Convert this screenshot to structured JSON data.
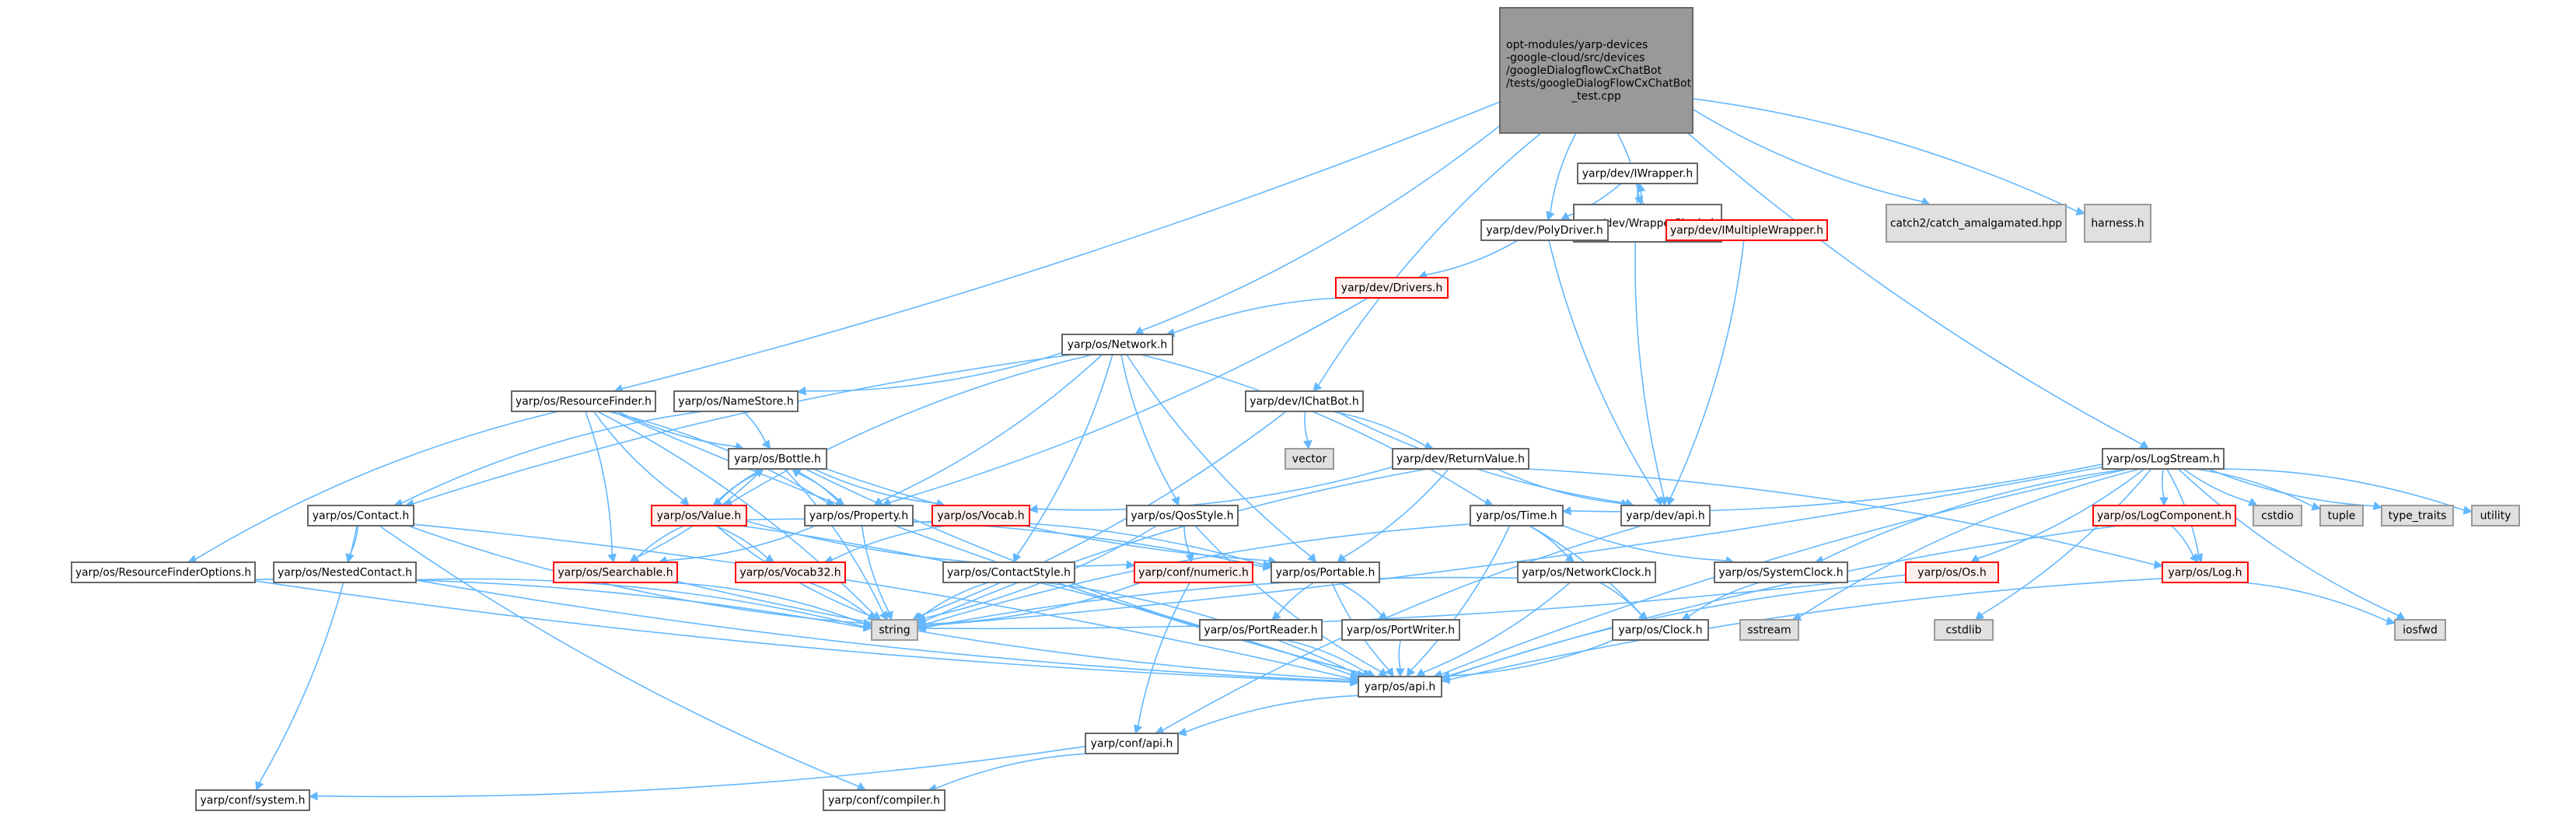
{
  "graph": {
    "title": "Include dependency graph",
    "styles": {
      "root": {
        "fill": "#999999",
        "stroke": "#666666"
      },
      "normal": {
        "fill": "#ffffff",
        "stroke": "#666666"
      },
      "red": {
        "fill": "#fff0f0",
        "stroke": "#ff0000"
      },
      "system": {
        "fill": "#e0e0e0",
        "stroke": "#999999"
      },
      "edge": "#63b8ff"
    },
    "nodes": [
      {
        "id": "root",
        "style": "root",
        "lines": [
          "opt-modules/yarp-devices",
          "-google-cloud/src/devices",
          "/googleDialogflowCxChatBot",
          "/tests/googleDialogFlowCxChatBot",
          "_test.cpp"
        ]
      },
      {
        "id": "wrappersingle",
        "style": "normal",
        "lines": [
          "yarp/dev/WrapperSingle.h"
        ]
      },
      {
        "id": "catch2",
        "style": "system",
        "lines": [
          "catch2/catch_amalgamated.hpp"
        ]
      },
      {
        "id": "harness",
        "style": "system",
        "lines": [
          "harness.h"
        ]
      },
      {
        "id": "iwrapper",
        "style": "normal",
        "lines": [
          "yarp/dev/IWrapper.h"
        ]
      },
      {
        "id": "polydriver",
        "style": "normal",
        "lines": [
          "yarp/dev/PolyDriver.h"
        ]
      },
      {
        "id": "imultiplewrapper",
        "style": "red",
        "lines": [
          "yarp/dev/IMultipleWrapper.h"
        ]
      },
      {
        "id": "drivers",
        "style": "red",
        "lines": [
          "yarp/dev/Drivers.h"
        ]
      },
      {
        "id": "network",
        "style": "normal",
        "lines": [
          "yarp/os/Network.h"
        ]
      },
      {
        "id": "ichatbot",
        "style": "normal",
        "lines": [
          "yarp/dev/IChatBot.h"
        ]
      },
      {
        "id": "resourcefinder",
        "style": "normal",
        "lines": [
          "yarp/os/ResourceFinder.h"
        ]
      },
      {
        "id": "namestore",
        "style": "normal",
        "lines": [
          "yarp/os/NameStore.h"
        ]
      },
      {
        "id": "vector",
        "style": "system",
        "lines": [
          "vector"
        ]
      },
      {
        "id": "returnvalue",
        "style": "normal",
        "lines": [
          "yarp/dev/ReturnValue.h"
        ]
      },
      {
        "id": "bottle",
        "style": "normal",
        "lines": [
          "yarp/os/Bottle.h"
        ]
      },
      {
        "id": "logstream",
        "style": "normal",
        "lines": [
          "yarp/os/LogStream.h"
        ]
      },
      {
        "id": "contact",
        "style": "normal",
        "lines": [
          "yarp/os/Contact.h"
        ]
      },
      {
        "id": "value",
        "style": "red",
        "lines": [
          "yarp/os/Value.h"
        ]
      },
      {
        "id": "property",
        "style": "normal",
        "lines": [
          "yarp/os/Property.h"
        ]
      },
      {
        "id": "vocab",
        "style": "red",
        "lines": [
          "yarp/os/Vocab.h"
        ]
      },
      {
        "id": "qosstyle",
        "style": "normal",
        "lines": [
          "yarp/os/QosStyle.h"
        ]
      },
      {
        "id": "time",
        "style": "normal",
        "lines": [
          "yarp/os/Time.h"
        ]
      },
      {
        "id": "devapi",
        "style": "normal",
        "lines": [
          "yarp/dev/api.h"
        ]
      },
      {
        "id": "logcomponent",
        "style": "red",
        "lines": [
          "yarp/os/LogComponent.h"
        ]
      },
      {
        "id": "cstdio",
        "style": "system",
        "lines": [
          "cstdio"
        ]
      },
      {
        "id": "tuple",
        "style": "system",
        "lines": [
          "tuple"
        ]
      },
      {
        "id": "type_traits",
        "style": "system",
        "lines": [
          "type_traits"
        ]
      },
      {
        "id": "utility",
        "style": "system",
        "lines": [
          "utility"
        ]
      },
      {
        "id": "rfoptions",
        "style": "normal",
        "lines": [
          "yarp/os/ResourceFinderOptions.h"
        ]
      },
      {
        "id": "nestedcontact",
        "style": "normal",
        "lines": [
          "yarp/os/NestedContact.h"
        ]
      },
      {
        "id": "searchable",
        "style": "red",
        "lines": [
          "yarp/os/Searchable.h"
        ]
      },
      {
        "id": "vocab32",
        "style": "red",
        "lines": [
          "yarp/os/Vocab32.h"
        ]
      },
      {
        "id": "contactstyle",
        "style": "normal",
        "lines": [
          "yarp/os/ContactStyle.h"
        ]
      },
      {
        "id": "numeric",
        "style": "red",
        "lines": [
          "yarp/conf/numeric.h"
        ]
      },
      {
        "id": "portable",
        "style": "normal",
        "lines": [
          "yarp/os/Portable.h"
        ]
      },
      {
        "id": "networkclock",
        "style": "normal",
        "lines": [
          "yarp/os/NetworkClock.h"
        ]
      },
      {
        "id": "systemclock",
        "style": "normal",
        "lines": [
          "yarp/os/SystemClock.h"
        ]
      },
      {
        "id": "os",
        "style": "red",
        "lines": [
          "yarp/os/Os.h"
        ]
      },
      {
        "id": "log",
        "style": "red",
        "lines": [
          "yarp/os/Log.h"
        ]
      },
      {
        "id": "string",
        "style": "system",
        "lines": [
          "string"
        ]
      },
      {
        "id": "portreader",
        "style": "normal",
        "lines": [
          "yarp/os/PortReader.h"
        ]
      },
      {
        "id": "portwriter",
        "style": "normal",
        "lines": [
          "yarp/os/PortWriter.h"
        ]
      },
      {
        "id": "clock",
        "style": "normal",
        "lines": [
          "yarp/os/Clock.h"
        ]
      },
      {
        "id": "sstream",
        "style": "system",
        "lines": [
          "sstream"
        ]
      },
      {
        "id": "cstdlib",
        "style": "system",
        "lines": [
          "cstdlib"
        ]
      },
      {
        "id": "iosfwd",
        "style": "system",
        "lines": [
          "iosfwd"
        ]
      },
      {
        "id": "osapi",
        "style": "normal",
        "lines": [
          "yarp/os/api.h"
        ]
      },
      {
        "id": "confapi",
        "style": "normal",
        "lines": [
          "yarp/conf/api.h"
        ]
      },
      {
        "id": "system",
        "style": "normal",
        "lines": [
          "yarp/conf/system.h"
        ]
      },
      {
        "id": "compiler",
        "style": "normal",
        "lines": [
          "yarp/conf/compiler.h"
        ]
      }
    ],
    "edges": [
      [
        "root",
        "wrappersingle"
      ],
      [
        "root",
        "catch2"
      ],
      [
        "root",
        "harness"
      ],
      [
        "root",
        "polydriver"
      ],
      [
        "root",
        "network"
      ],
      [
        "root",
        "ichatbot"
      ],
      [
        "root",
        "resourcefinder"
      ],
      [
        "root",
        "logstream"
      ],
      [
        "wrappersingle",
        "iwrapper"
      ],
      [
        "wrappersingle",
        "imultiplewrapper"
      ],
      [
        "iwrapper",
        "polydriver"
      ],
      [
        "iwrapper",
        "devapi"
      ],
      [
        "polydriver",
        "drivers"
      ],
      [
        "polydriver",
        "devapi"
      ],
      [
        "imultiplewrapper",
        "devapi"
      ],
      [
        "drivers",
        "network"
      ],
      [
        "drivers",
        "property"
      ],
      [
        "network",
        "contact"
      ],
      [
        "network",
        "namestore"
      ],
      [
        "network",
        "value"
      ],
      [
        "network",
        "property"
      ],
      [
        "network",
        "qosstyle"
      ],
      [
        "network",
        "contactstyle"
      ],
      [
        "network",
        "portable"
      ],
      [
        "network",
        "time"
      ],
      [
        "ichatbot",
        "vector"
      ],
      [
        "ichatbot",
        "returnvalue"
      ],
      [
        "ichatbot",
        "devapi"
      ],
      [
        "ichatbot",
        "string"
      ],
      [
        "resourcefinder",
        "bottle"
      ],
      [
        "resourcefinder",
        "property"
      ],
      [
        "resourcefinder",
        "value"
      ],
      [
        "resourcefinder",
        "searchable"
      ],
      [
        "resourcefinder",
        "rfoptions"
      ],
      [
        "resourcefinder",
        "string"
      ],
      [
        "resourcefinder",
        "osapi"
      ],
      [
        "namestore",
        "bottle"
      ],
      [
        "namestore",
        "contact"
      ],
      [
        "returnvalue",
        "vocab"
      ],
      [
        "returnvalue",
        "devapi"
      ],
      [
        "returnvalue",
        "portable"
      ],
      [
        "returnvalue",
        "string"
      ],
      [
        "returnvalue",
        "log"
      ],
      [
        "bottle",
        "value"
      ],
      [
        "bottle",
        "property"
      ],
      [
        "bottle",
        "vocab"
      ],
      [
        "bottle",
        "searchable"
      ],
      [
        "bottle",
        "portable"
      ],
      [
        "bottle",
        "string"
      ],
      [
        "bottle",
        "osapi"
      ],
      [
        "value",
        "bottle"
      ],
      [
        "value",
        "searchable"
      ],
      [
        "value",
        "vocab32"
      ],
      [
        "value",
        "numeric"
      ],
      [
        "value",
        "portable"
      ],
      [
        "value",
        "string"
      ],
      [
        "value",
        "osapi"
      ],
      [
        "property",
        "bottle"
      ],
      [
        "property",
        "searchable"
      ],
      [
        "property",
        "string"
      ],
      [
        "property",
        "portable"
      ],
      [
        "vocab",
        "vocab32"
      ],
      [
        "contact",
        "nestedcontact"
      ],
      [
        "contact",
        "string"
      ],
      [
        "contact",
        "system"
      ],
      [
        "contact",
        "compiler"
      ],
      [
        "contact",
        "osapi"
      ],
      [
        "qosstyle",
        "numeric"
      ],
      [
        "qosstyle",
        "string"
      ],
      [
        "qosstyle",
        "osapi"
      ],
      [
        "time",
        "networkclock"
      ],
      [
        "time",
        "systemclock"
      ],
      [
        "time",
        "clock"
      ],
      [
        "time",
        "string"
      ],
      [
        "time",
        "osapi"
      ],
      [
        "devapi",
        "confapi"
      ],
      [
        "logstream",
        "time"
      ],
      [
        "logstream",
        "systemclock"
      ],
      [
        "logstream",
        "os"
      ],
      [
        "logstream",
        "logcomponent"
      ],
      [
        "logstream",
        "log"
      ],
      [
        "logstream",
        "cstdio"
      ],
      [
        "logstream",
        "tuple"
      ],
      [
        "logstream",
        "type_traits"
      ],
      [
        "logstream",
        "utility"
      ],
      [
        "logstream",
        "sstream"
      ],
      [
        "logstream",
        "cstdlib"
      ],
      [
        "logstream",
        "iosfwd"
      ],
      [
        "logstream",
        "string"
      ],
      [
        "logstream",
        "osapi"
      ],
      [
        "logcomponent",
        "log"
      ],
      [
        "logcomponent",
        "osapi"
      ],
      [
        "log",
        "iosfwd"
      ],
      [
        "log",
        "osapi"
      ],
      [
        "rfoptions",
        "string"
      ],
      [
        "rfoptions",
        "osapi"
      ],
      [
        "nestedcontact",
        "string"
      ],
      [
        "nestedcontact",
        "osapi"
      ],
      [
        "searchable",
        "string"
      ],
      [
        "searchable",
        "osapi"
      ],
      [
        "vocab32",
        "string"
      ],
      [
        "contactstyle",
        "string"
      ],
      [
        "contactstyle",
        "osapi"
      ],
      [
        "numeric",
        "confapi"
      ],
      [
        "numeric",
        "string"
      ],
      [
        "portable",
        "portreader"
      ],
      [
        "portable",
        "portwriter"
      ],
      [
        "portable",
        "osapi"
      ],
      [
        "networkclock",
        "clock"
      ],
      [
        "networkclock",
        "string"
      ],
      [
        "networkclock",
        "osapi"
      ],
      [
        "systemclock",
        "clock"
      ],
      [
        "os",
        "string"
      ],
      [
        "os",
        "osapi"
      ],
      [
        "portreader",
        "osapi"
      ],
      [
        "portwriter",
        "osapi"
      ],
      [
        "clock",
        "osapi"
      ],
      [
        "osapi",
        "confapi"
      ],
      [
        "confapi",
        "system"
      ],
      [
        "confapi",
        "compiler"
      ]
    ]
  }
}
